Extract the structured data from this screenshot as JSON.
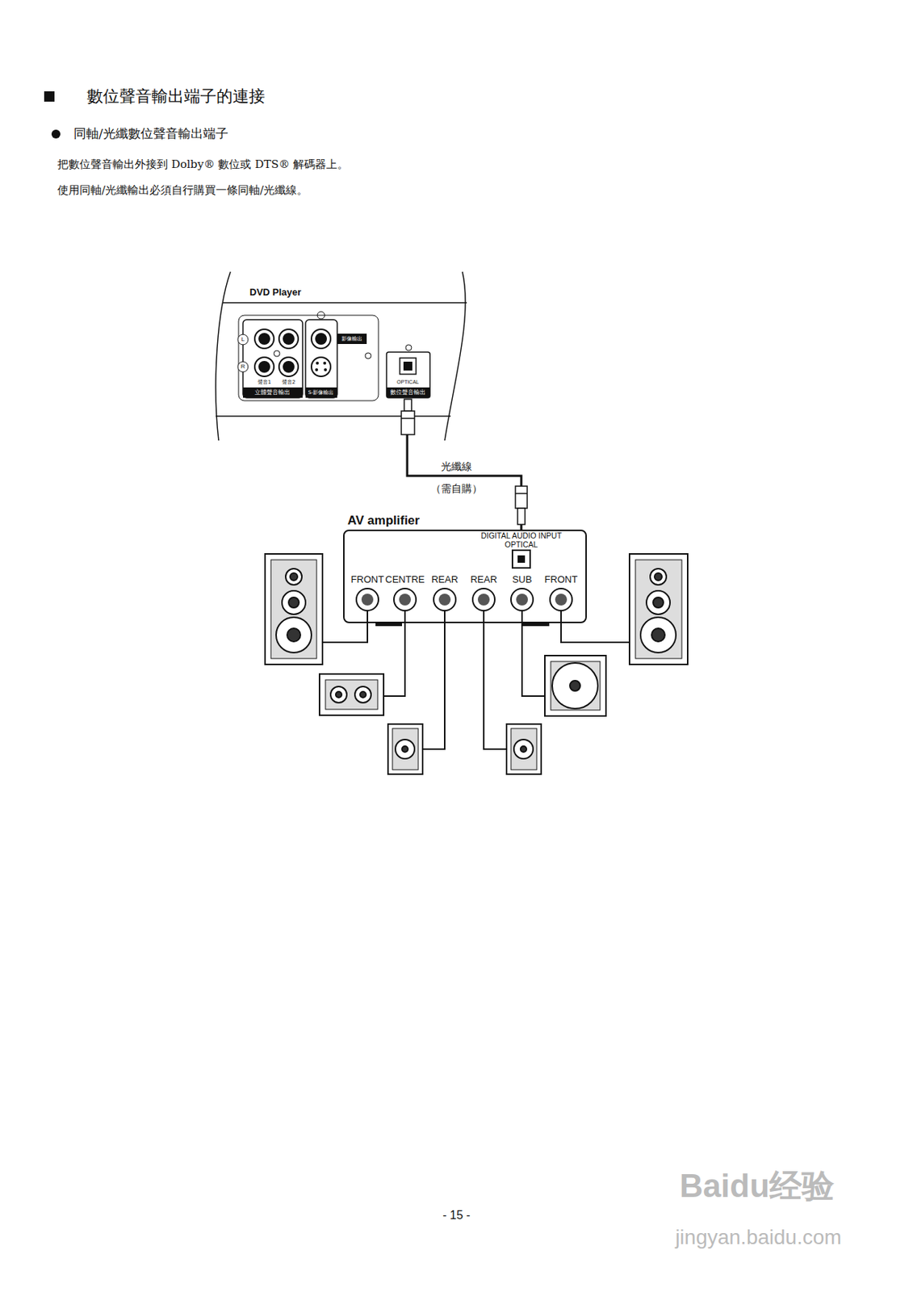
{
  "diagram": {
    "title": "數位聲音輸出端子的連接",
    "nodes": [
      {
        "text": [
          "DVD Player"
        ]
      },
      {
        "text": [
          "AV amplifier"
        ]
      }
    ],
    "edges": [
      {
        "from": 0,
        "to": 1,
        "arrow": "none",
        "label": "光纖線"
      }
    ],
    "labels": [
      "同軸/光纖數位聲音輸出端子",
      "把數位聲音輸出外接到 Dolby® 數位或 DTS® 解碼器上。",
      "使用同軸/光纖輸出必須自行購買一條同軸/光纖線。",
      "L",
      "R",
      "聲音1",
      "聲音2",
      "立體聲音輸出",
      "S-影像輸出",
      "影像輸出",
      "OPTICAL",
      "數位聲音輸出",
      "（需自購）",
      "DIGITAL AUDIO INPUT",
      "OPTICAL",
      "FRONT",
      "CENTRE",
      "REAR",
      "REAR",
      "SUB",
      "FRONT",
      "- 15 -",
      "Baidu经验",
      "jingyan.baidu.com"
    ]
  }
}
